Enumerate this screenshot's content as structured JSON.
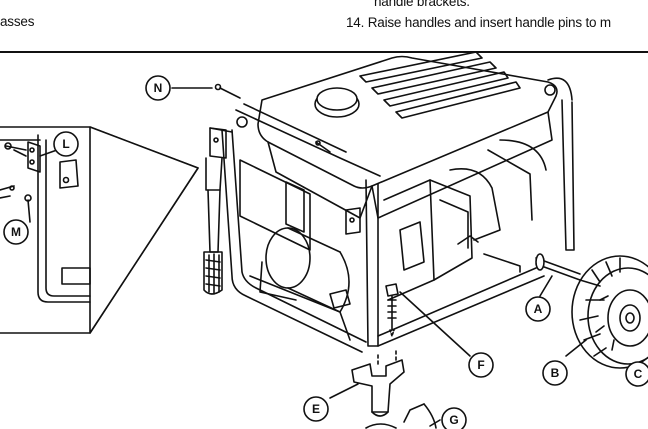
{
  "text": {
    "top_left": "asses",
    "top_right_line1": "handle brackets.",
    "top_right_line2": "14.  Raise handles and insert handle pins to m"
  },
  "callouts": {
    "N": "N",
    "L": "L",
    "M": "M",
    "A": "A",
    "F": "F",
    "B": "B",
    "C": "C",
    "E": "E",
    "G": "G"
  },
  "colors": {
    "ink": "#111111",
    "paper": "#ffffff"
  }
}
